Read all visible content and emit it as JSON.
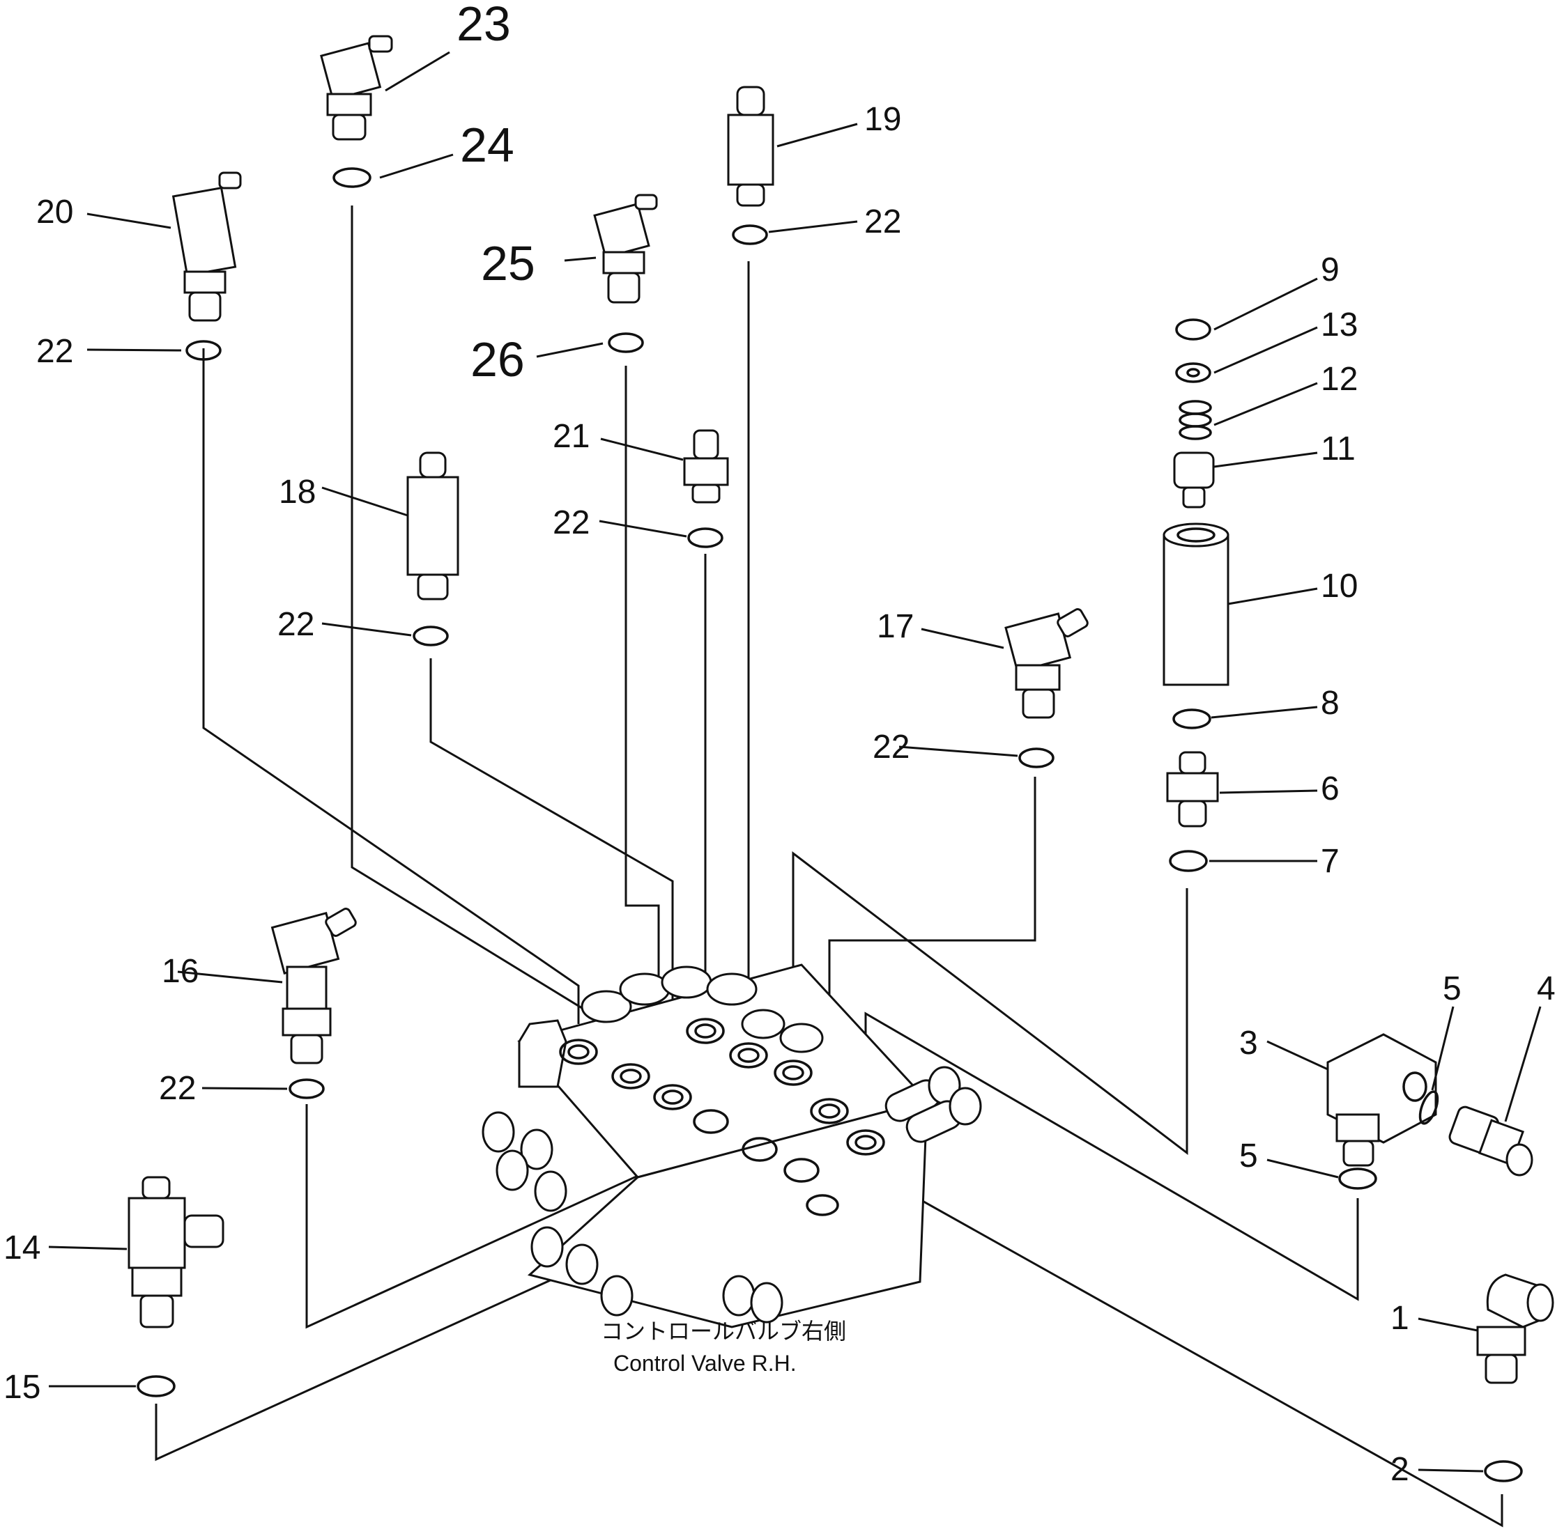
{
  "caption": {
    "japanese": "コントロールバルブ右側",
    "english": "Control Valve R.H."
  },
  "part_labels": {
    "p1": "1",
    "p2": "2",
    "p3": "3",
    "p4": "4",
    "p5a": "5",
    "p5b": "5",
    "p6": "6",
    "p7": "7",
    "p8": "8",
    "p9": "9",
    "p10": "10",
    "p11": "11",
    "p12": "12",
    "p13": "13",
    "p14": "14",
    "p15": "15",
    "p16": "16",
    "p17": "17",
    "p18": "18",
    "p19": "19",
    "p20": "20",
    "p21": "21",
    "p22a": "22",
    "p22b": "22",
    "p22c": "22",
    "p22d": "22",
    "p22e": "22",
    "p22f": "22",
    "p23": "23",
    "p24": "24",
    "p25": "25",
    "p26": "26"
  }
}
